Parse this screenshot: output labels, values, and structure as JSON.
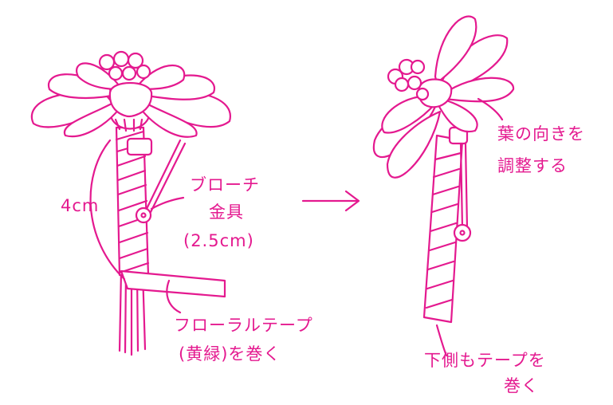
{
  "colors": {
    "ink": "#e4198f",
    "background": "#ffffff"
  },
  "left_figure": {
    "length_label": "4cm",
    "brooch_label_line1": "ブローチ",
    "brooch_label_line2": "金具",
    "brooch_label_line3": "(2.5cm)",
    "tape_label_line1": "フローラルテープ",
    "tape_label_line2": "(黄緑)を巻く"
  },
  "arrow": {
    "icon": "right-arrow-icon"
  },
  "right_figure": {
    "leaf_label_line1": "葉の向きを",
    "leaf_label_line2": "調整する",
    "bottom_label_line1": "下側もテープを",
    "bottom_label_line2": "巻く"
  }
}
